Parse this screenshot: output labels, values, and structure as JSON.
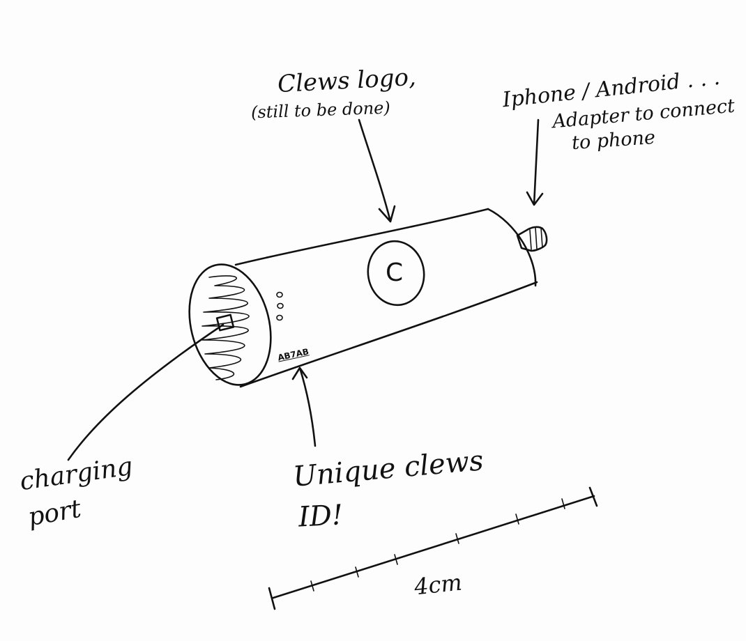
{
  "annotations": {
    "logo_line1": "Clews logo,",
    "logo_line2": "(still to be done)",
    "phone_line1": "Iphone / Android . . .",
    "phone_line2": "Adapter to connect",
    "phone_line3": "to phone",
    "charging_line1": "charging",
    "charging_line2": "port",
    "id_line1": "Unique clews",
    "id_line2": "ID!"
  },
  "device": {
    "logo_letter": "C",
    "serial_id": "AB7AB"
  },
  "scale": {
    "label": "4cm"
  }
}
